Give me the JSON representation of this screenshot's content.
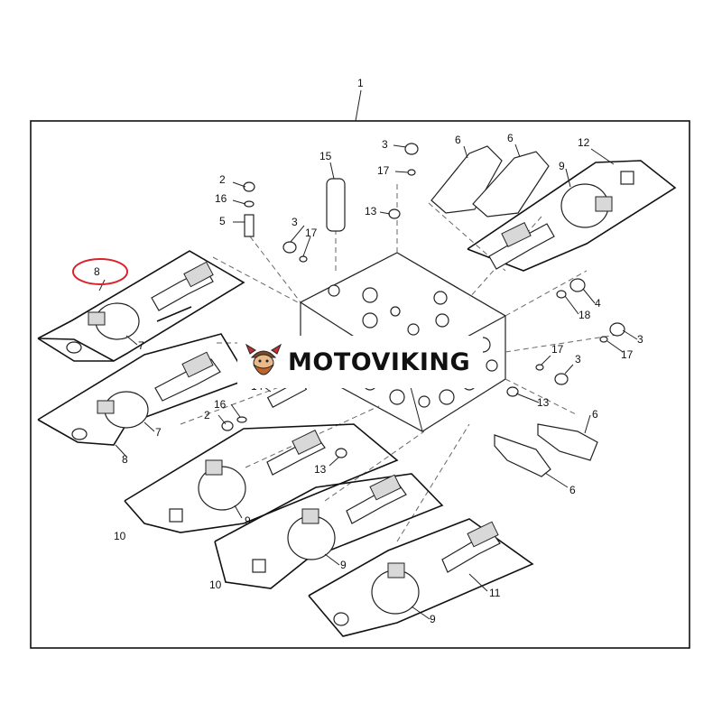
{
  "callouts": {
    "c1": "1",
    "c2a": "2",
    "c2b": "2",
    "c3a": "3",
    "c3b": "3",
    "c3c": "3",
    "c3d": "3",
    "c4": "4",
    "c5": "5",
    "c6a": "6",
    "c6b": "6",
    "c6c": "6",
    "c6d": "6",
    "c7a": "7",
    "c7b": "7",
    "c8a": "8",
    "c8b": "8",
    "c9a": "9",
    "c9b": "9",
    "c9c": "9",
    "c9d": "9",
    "c10a": "10",
    "c10b": "10",
    "c11": "11",
    "c12": "12",
    "c13a": "13",
    "c13b": "13",
    "c13c": "13",
    "c14": "14",
    "c15": "15",
    "c16a": "16",
    "c16b": "16",
    "c17a": "17",
    "c17b": "17",
    "c17c": "17",
    "c17d": "17",
    "c18": "18"
  },
  "highlight_color": "#d9232a",
  "watermark": {
    "text": "MOTOVIKING",
    "logo_icon": "viking-head-icon"
  }
}
